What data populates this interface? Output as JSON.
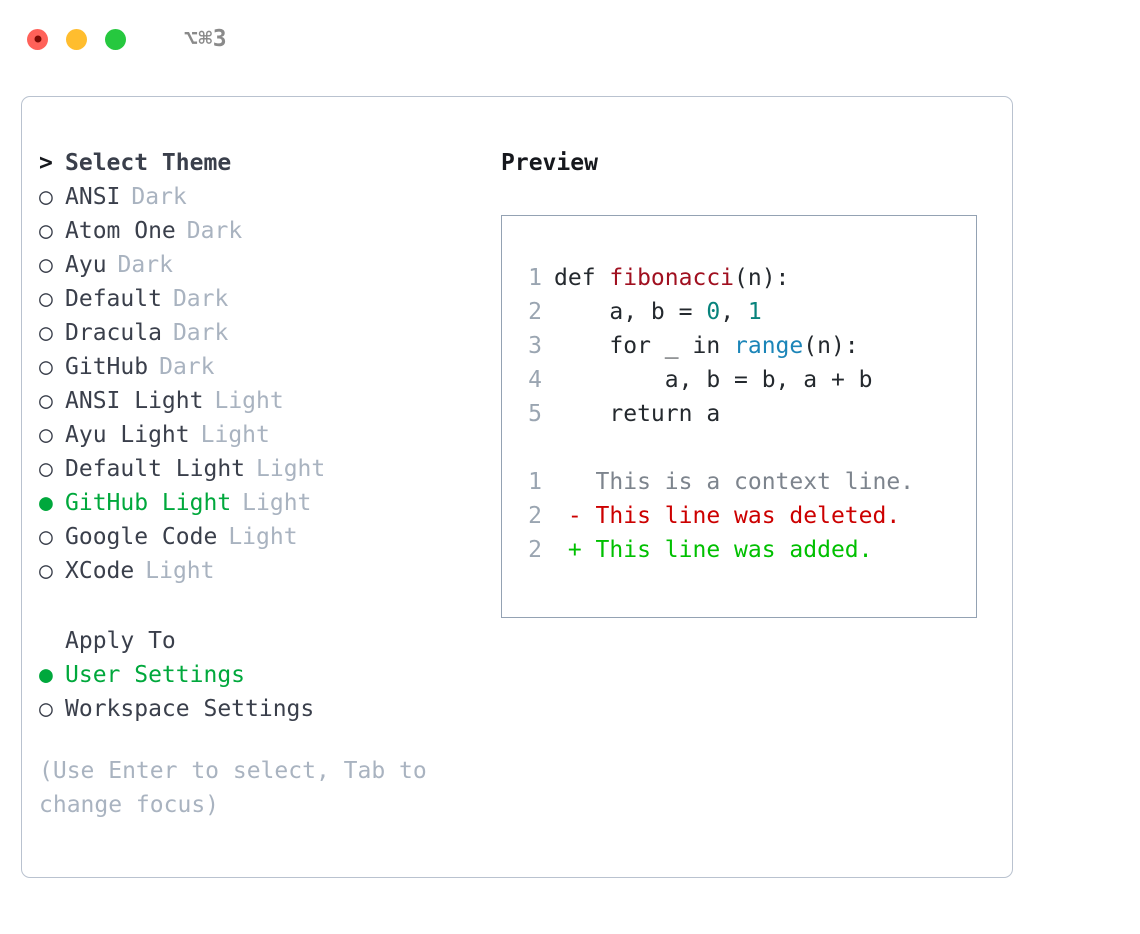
{
  "titlebar": {
    "shortcut": "⌥⌘3",
    "lights": [
      "close-red",
      "minimize-yellow",
      "zoom-green"
    ]
  },
  "left": {
    "header": {
      "marker": ">",
      "label": "Select Theme"
    },
    "themes": [
      {
        "marker": "○",
        "label": "ANSI",
        "tag": "Dark",
        "selected": false
      },
      {
        "marker": "○",
        "label": "Atom One",
        "tag": "Dark",
        "selected": false
      },
      {
        "marker": "○",
        "label": "Ayu",
        "tag": "Dark",
        "selected": false
      },
      {
        "marker": "○",
        "label": "Default",
        "tag": "Dark",
        "selected": false
      },
      {
        "marker": "○",
        "label": "Dracula",
        "tag": "Dark",
        "selected": false
      },
      {
        "marker": "○",
        "label": "GitHub",
        "tag": "Dark",
        "selected": false
      },
      {
        "marker": "○",
        "label": "ANSI Light",
        "tag": "Light",
        "selected": false
      },
      {
        "marker": "○",
        "label": "Ayu Light",
        "tag": "Light",
        "selected": false
      },
      {
        "marker": "○",
        "label": "Default Light",
        "tag": "Light",
        "selected": false
      },
      {
        "marker": "●",
        "label": "GitHub Light",
        "tag": "Light",
        "selected": true
      },
      {
        "marker": "○",
        "label": "Google Code",
        "tag": "Light",
        "selected": false
      },
      {
        "marker": "○",
        "label": "XCode",
        "tag": "Light",
        "selected": false
      }
    ],
    "apply_to": {
      "header": {
        "marker": "",
        "label": "Apply To"
      },
      "options": [
        {
          "marker": "●",
          "label": "User Settings",
          "selected": true
        },
        {
          "marker": "○",
          "label": "Workspace Settings",
          "selected": false
        }
      ]
    },
    "hint": "(Use Enter to select, Tab to change focus)"
  },
  "right": {
    "title": "Preview",
    "code_lines": [
      {
        "no": "1",
        "parts": [
          {
            "t": "def ",
            "c": "plain"
          },
          {
            "t": "fibonacci",
            "c": "fn"
          },
          {
            "t": "(n):",
            "c": "plain"
          }
        ]
      },
      {
        "no": "2",
        "parts": [
          {
            "t": "    a, b = ",
            "c": "plain"
          },
          {
            "t": "0",
            "c": "num"
          },
          {
            "t": ", ",
            "c": "plain"
          },
          {
            "t": "1",
            "c": "num"
          }
        ]
      },
      {
        "no": "3",
        "parts": [
          {
            "t": "    for _ in ",
            "c": "plain"
          },
          {
            "t": "range",
            "c": "bi"
          },
          {
            "t": "(n):",
            "c": "plain"
          }
        ]
      },
      {
        "no": "4",
        "parts": [
          {
            "t": "        a, b = b, a + b",
            "c": "plain"
          }
        ]
      },
      {
        "no": "5",
        "parts": [
          {
            "t": "    return a",
            "c": "plain"
          }
        ]
      }
    ],
    "diff_lines": [
      {
        "no": "1",
        "parts": [
          {
            "t": "   This is a context line.",
            "c": "ctx"
          }
        ]
      },
      {
        "no": "2",
        "parts": [
          {
            "t": " - This line was deleted.",
            "c": "del"
          }
        ]
      },
      {
        "no": "2",
        "parts": [
          {
            "t": " + This line was added.",
            "c": "add"
          }
        ]
      }
    ]
  },
  "colors": {
    "accent_green": "#00a83c",
    "muted": "#a9b3c0",
    "text": "#3a3f4b",
    "border": "#b9c2cf",
    "preview_border": "#94a2b3",
    "fn_red": "#a01020",
    "num_teal": "#08837c",
    "builtin_blue": "#1b85b8",
    "diff_del": "#cc0000",
    "diff_add": "#00c000",
    "lineno": "#9aa5b1"
  }
}
